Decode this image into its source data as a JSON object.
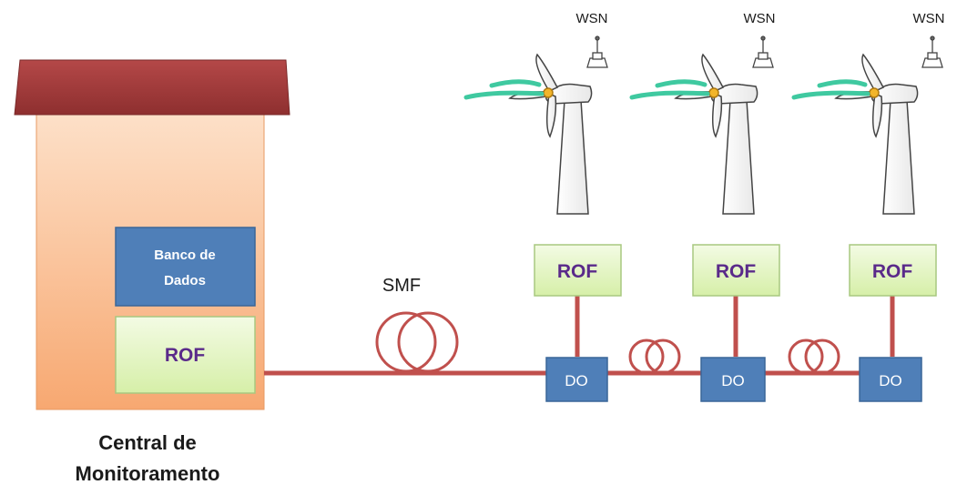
{
  "central": {
    "label_line1": "Central de",
    "label_line2": "Monitoramento",
    "database": {
      "line1": "Banco de",
      "line2": "Dados"
    },
    "rof": "ROF"
  },
  "fiber": {
    "label": "SMF"
  },
  "turbines": [
    {
      "wsn": "WSN",
      "rof": "ROF",
      "do": "DO"
    },
    {
      "wsn": "WSN",
      "rof": "ROF",
      "do": "DO"
    },
    {
      "wsn": "WSN",
      "rof": "ROF",
      "do": "DO"
    }
  ],
  "colors": {
    "roof": "#a83c3c",
    "building": "#f7b98a",
    "database": "#4f7fb8",
    "rof_box": "#e6f5c6",
    "do_box": "#4f7fb8",
    "fiber_line": "#c0504d",
    "rof_text": "#5a2a8a"
  }
}
